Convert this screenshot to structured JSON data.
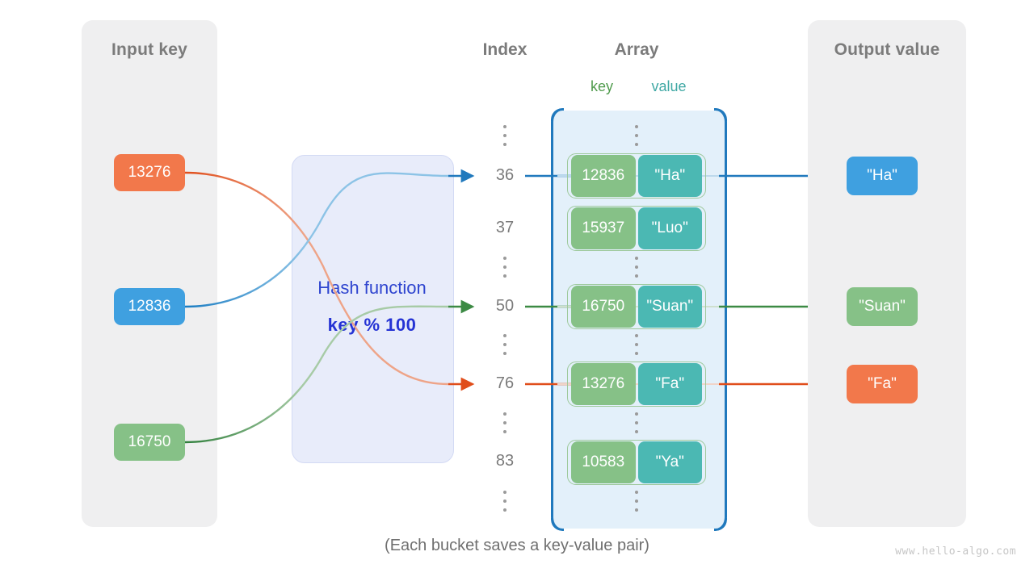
{
  "panels": {
    "input": {
      "title": "Input key"
    },
    "output": {
      "title": "Output value"
    }
  },
  "hash": {
    "label": "Hash function",
    "formula": "key % 100"
  },
  "headers": {
    "index": "Index",
    "array": "Array",
    "key": "key",
    "value": "value"
  },
  "input_keys": [
    {
      "label": "13276",
      "color": "#f2784b"
    },
    {
      "label": "12836",
      "color": "#3fa0e0"
    },
    {
      "label": "16750",
      "color": "#86c187"
    }
  ],
  "output_values": [
    {
      "label": "\"Ha\"",
      "color": "#3fa0e0"
    },
    {
      "label": "\"Suan\"",
      "color": "#86c187"
    },
    {
      "label": "\"Fa\"",
      "color": "#f2784b"
    }
  ],
  "indices": [
    "36",
    "37",
    "50",
    "76",
    "83"
  ],
  "buckets": [
    {
      "index": "36",
      "key": "12836",
      "value": "\"Ha\""
    },
    {
      "index": "37",
      "key": "15937",
      "value": "\"Luo\""
    },
    {
      "index": "50",
      "key": "16750",
      "value": "\"Suan\""
    },
    {
      "index": "76",
      "key": "13276",
      "value": "\"Fa\""
    },
    {
      "index": "83",
      "key": "10583",
      "value": "\"Ya\""
    }
  ],
  "caption": "(Each bucket saves a key-value pair)",
  "watermark": "www.hello-algo.com",
  "colors": {
    "orange": "#f2784b",
    "blue": "#3fa0e0",
    "green": "#86c187",
    "teal": "#4bb8b3",
    "array_border": "#2079bd",
    "array_fill": "#e3f0fa",
    "panel_fill": "#efeff0",
    "hash_fill": "#e8ecfa",
    "hash_text": "#2f45cf",
    "title_text": "#7b7b7b"
  }
}
